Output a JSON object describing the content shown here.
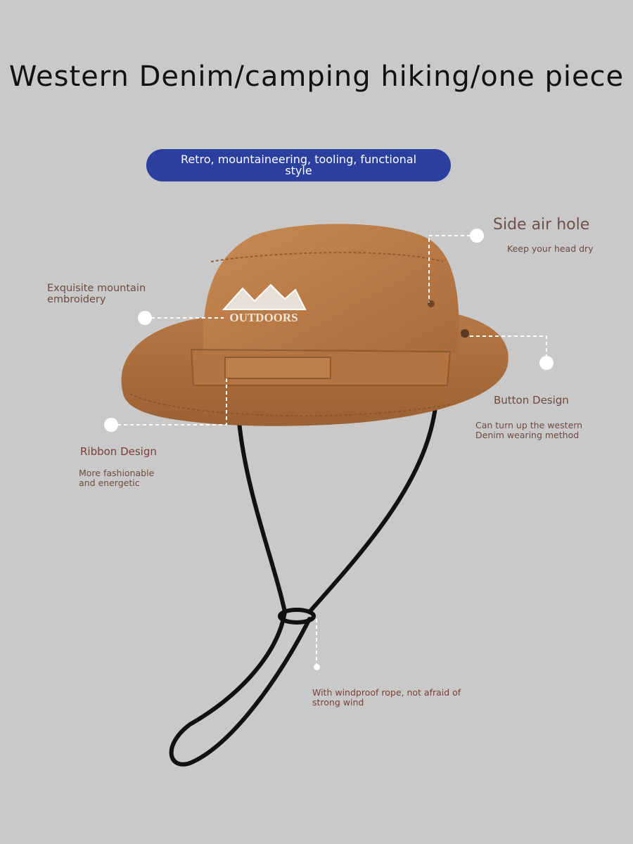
{
  "title": "Western Denim/camping hiking/one piece",
  "pill": "Retro, mountaineering, tooling, functional style",
  "hat_embroidery_text": "OUTDOORS",
  "colors": {
    "background": "#c9c9c9",
    "pill": "#2a3f9e",
    "hat": "#b97a47",
    "rope": "#111111",
    "label_text": "#6e4a3f"
  },
  "callouts": {
    "side_air_hole": {
      "title": "Side air hole",
      "desc": "Keep your head dry"
    },
    "embroidery": {
      "title": "Exquisite mountain embroidery"
    },
    "button": {
      "title": "Button Design",
      "desc": "Can turn up the western Denim wearing method"
    },
    "ribbon": {
      "title": "Ribbon Design",
      "desc": "More fashionable and energetic"
    },
    "rope": {
      "desc": "With windproof rope, not afraid of strong wind"
    }
  }
}
